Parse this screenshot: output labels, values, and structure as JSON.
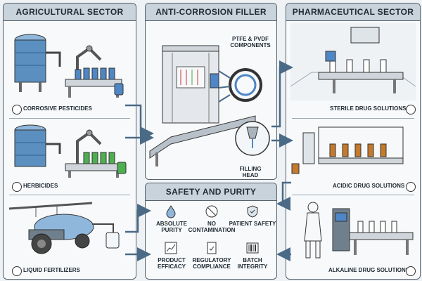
{
  "agri": {
    "title": "Agricultural Sector",
    "items": [
      "Corrosive Pesticides",
      "Herbicides",
      "Liquid Fertilizers"
    ]
  },
  "filler": {
    "title": "Anti-Corrosion Filler",
    "components_label": "PTFE & PVDF Components",
    "head_label": "Filling Head"
  },
  "safety": {
    "title": "Safety and Purity",
    "features": [
      "Absolute Purity",
      "No Contamination",
      "Patient Safety",
      "Product Efficacy",
      "Regulatory Compliance",
      "Batch Integrity"
    ]
  },
  "pharma": {
    "title": "Pharmaceutical Sector",
    "items": [
      "Sterile Drug Solutions",
      "Acidic Drug Solutions",
      "Alkaline Drug Solutions"
    ]
  },
  "colors": {
    "arrow": "#4a6a86",
    "tank": "#5b8fbf",
    "liquid_blue": "#4f86c6",
    "liquid_green": "#4caf50",
    "liquid_amber": "#c47a2c"
  }
}
